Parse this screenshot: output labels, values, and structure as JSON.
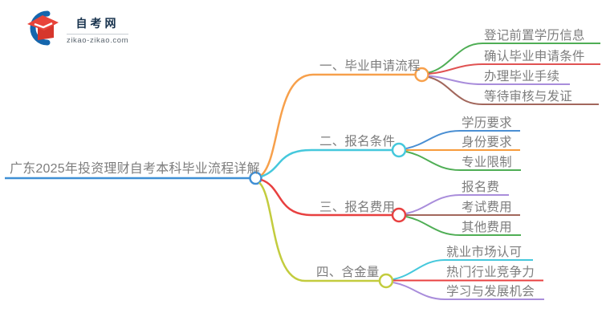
{
  "logo": {
    "title": "自考网",
    "subtitle": "zikao-zikao.com",
    "icon": "graduation-cap-icon",
    "cap_color": "#e8443a",
    "crescent_color": "#1566ad",
    "title_color": "#17324d"
  },
  "root": {
    "label": "广东2025年投资理财自考本科毕业流程详解",
    "color": "#3f8fd5"
  },
  "branches": [
    {
      "label": "一、毕业申请流程",
      "color": "#f7a04b",
      "children": [
        {
          "label": "登记前置学历信息",
          "color": "#4fae55"
        },
        {
          "label": "确认毕业申请条件",
          "color": "#e05252"
        },
        {
          "label": "办理毕业手续",
          "color": "#a98ddb"
        },
        {
          "label": "等待审核与发证",
          "color": "#a2675c"
        }
      ]
    },
    {
      "label": "二、报名条件",
      "color": "#45c8dc",
      "children": [
        {
          "label": "学历要求",
          "color": "#4a8fd3"
        },
        {
          "label": "身份要求",
          "color": "#f79b3c"
        },
        {
          "label": "专业限制",
          "color": "#4fae55"
        }
      ]
    },
    {
      "label": "三、报名费用",
      "color": "#e84040",
      "children": [
        {
          "label": "报名费",
          "color": "#a98ddb"
        },
        {
          "label": "考试费用",
          "color": "#a2675c"
        },
        {
          "label": "其他费用",
          "color": "#4fae55"
        }
      ]
    },
    {
      "label": "四、含金量",
      "color": "#c3cc3e",
      "children": [
        {
          "label": "就业市场认可",
          "color": "#45c8dc"
        },
        {
          "label": "热门行业竞争力",
          "color": "#e84040"
        },
        {
          "label": "学习与发展机会",
          "color": "#a98ddb"
        }
      ]
    }
  ],
  "text_color": "#7d7d7d"
}
